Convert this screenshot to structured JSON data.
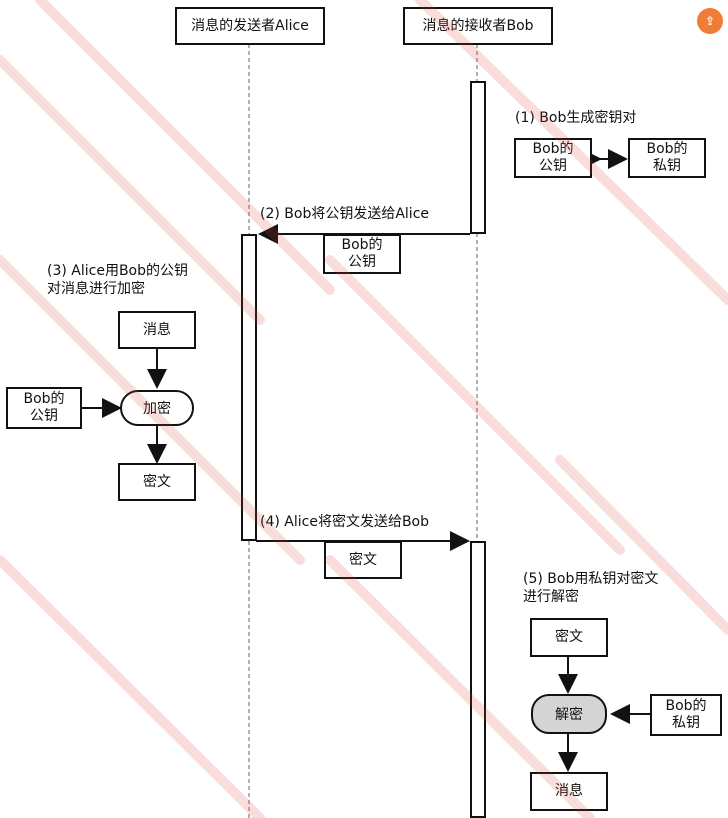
{
  "sender": {
    "title": "消息的发送者Alice"
  },
  "receiver": {
    "title": "消息的接收者Bob"
  },
  "step1": {
    "label": "(1) Bob生成密钥对",
    "public_key": "Bob的\n公钥",
    "private_key": "Bob的\n私钥"
  },
  "step2": {
    "label": "(2) Bob将公钥发送给Alice",
    "public_key": "Bob的\n公钥"
  },
  "step3": {
    "label": "(3) Alice用Bob的公钥\n对消息进行加密",
    "message": "消息",
    "public_key": "Bob的\n公钥",
    "encrypt": "加密",
    "ciphertext": "密文"
  },
  "step4": {
    "label": "(4) Alice将密文发送给Bob",
    "ciphertext": "密文"
  },
  "step5": {
    "label": "(5) Bob用私钥对密文\n进行解密",
    "ciphertext": "密文",
    "decrypt": "解密",
    "private_key": "Bob的\n私钥",
    "message": "消息"
  },
  "icons": {
    "corner": "share-icon"
  },
  "colors": {
    "watermark": "#e0433c",
    "decrypt_fill": "#d4d4d4",
    "corner_icon": "#f07c36"
  }
}
